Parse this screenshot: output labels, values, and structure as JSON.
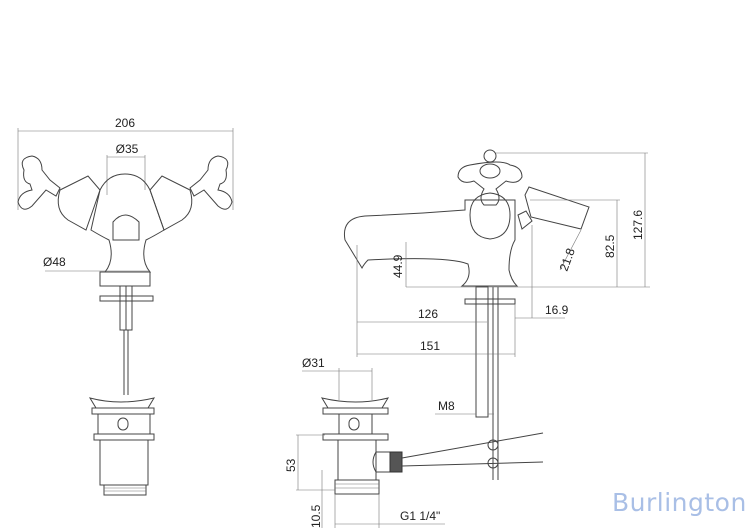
{
  "front_view": {
    "dimensions": {
      "overall_width": "206",
      "spout_diameter": "Ø35",
      "base_diameter": "Ø48"
    }
  },
  "side_view": {
    "dimensions": {
      "spout_height": "44.9",
      "lever_height": "82.5",
      "overall_height": "127.6",
      "lever_length": "21.8",
      "lever_offset": "16.9",
      "spout_reach": "126",
      "overall_depth": "151",
      "thread": "M8"
    }
  },
  "waste": {
    "dimensions": {
      "diameter": "Ø31",
      "height": "53",
      "thread_height": "10.5",
      "thread_size": "G1 1/4\""
    }
  },
  "brand": {
    "logo_text": "Burlington",
    "color": "#a9bfe6"
  }
}
